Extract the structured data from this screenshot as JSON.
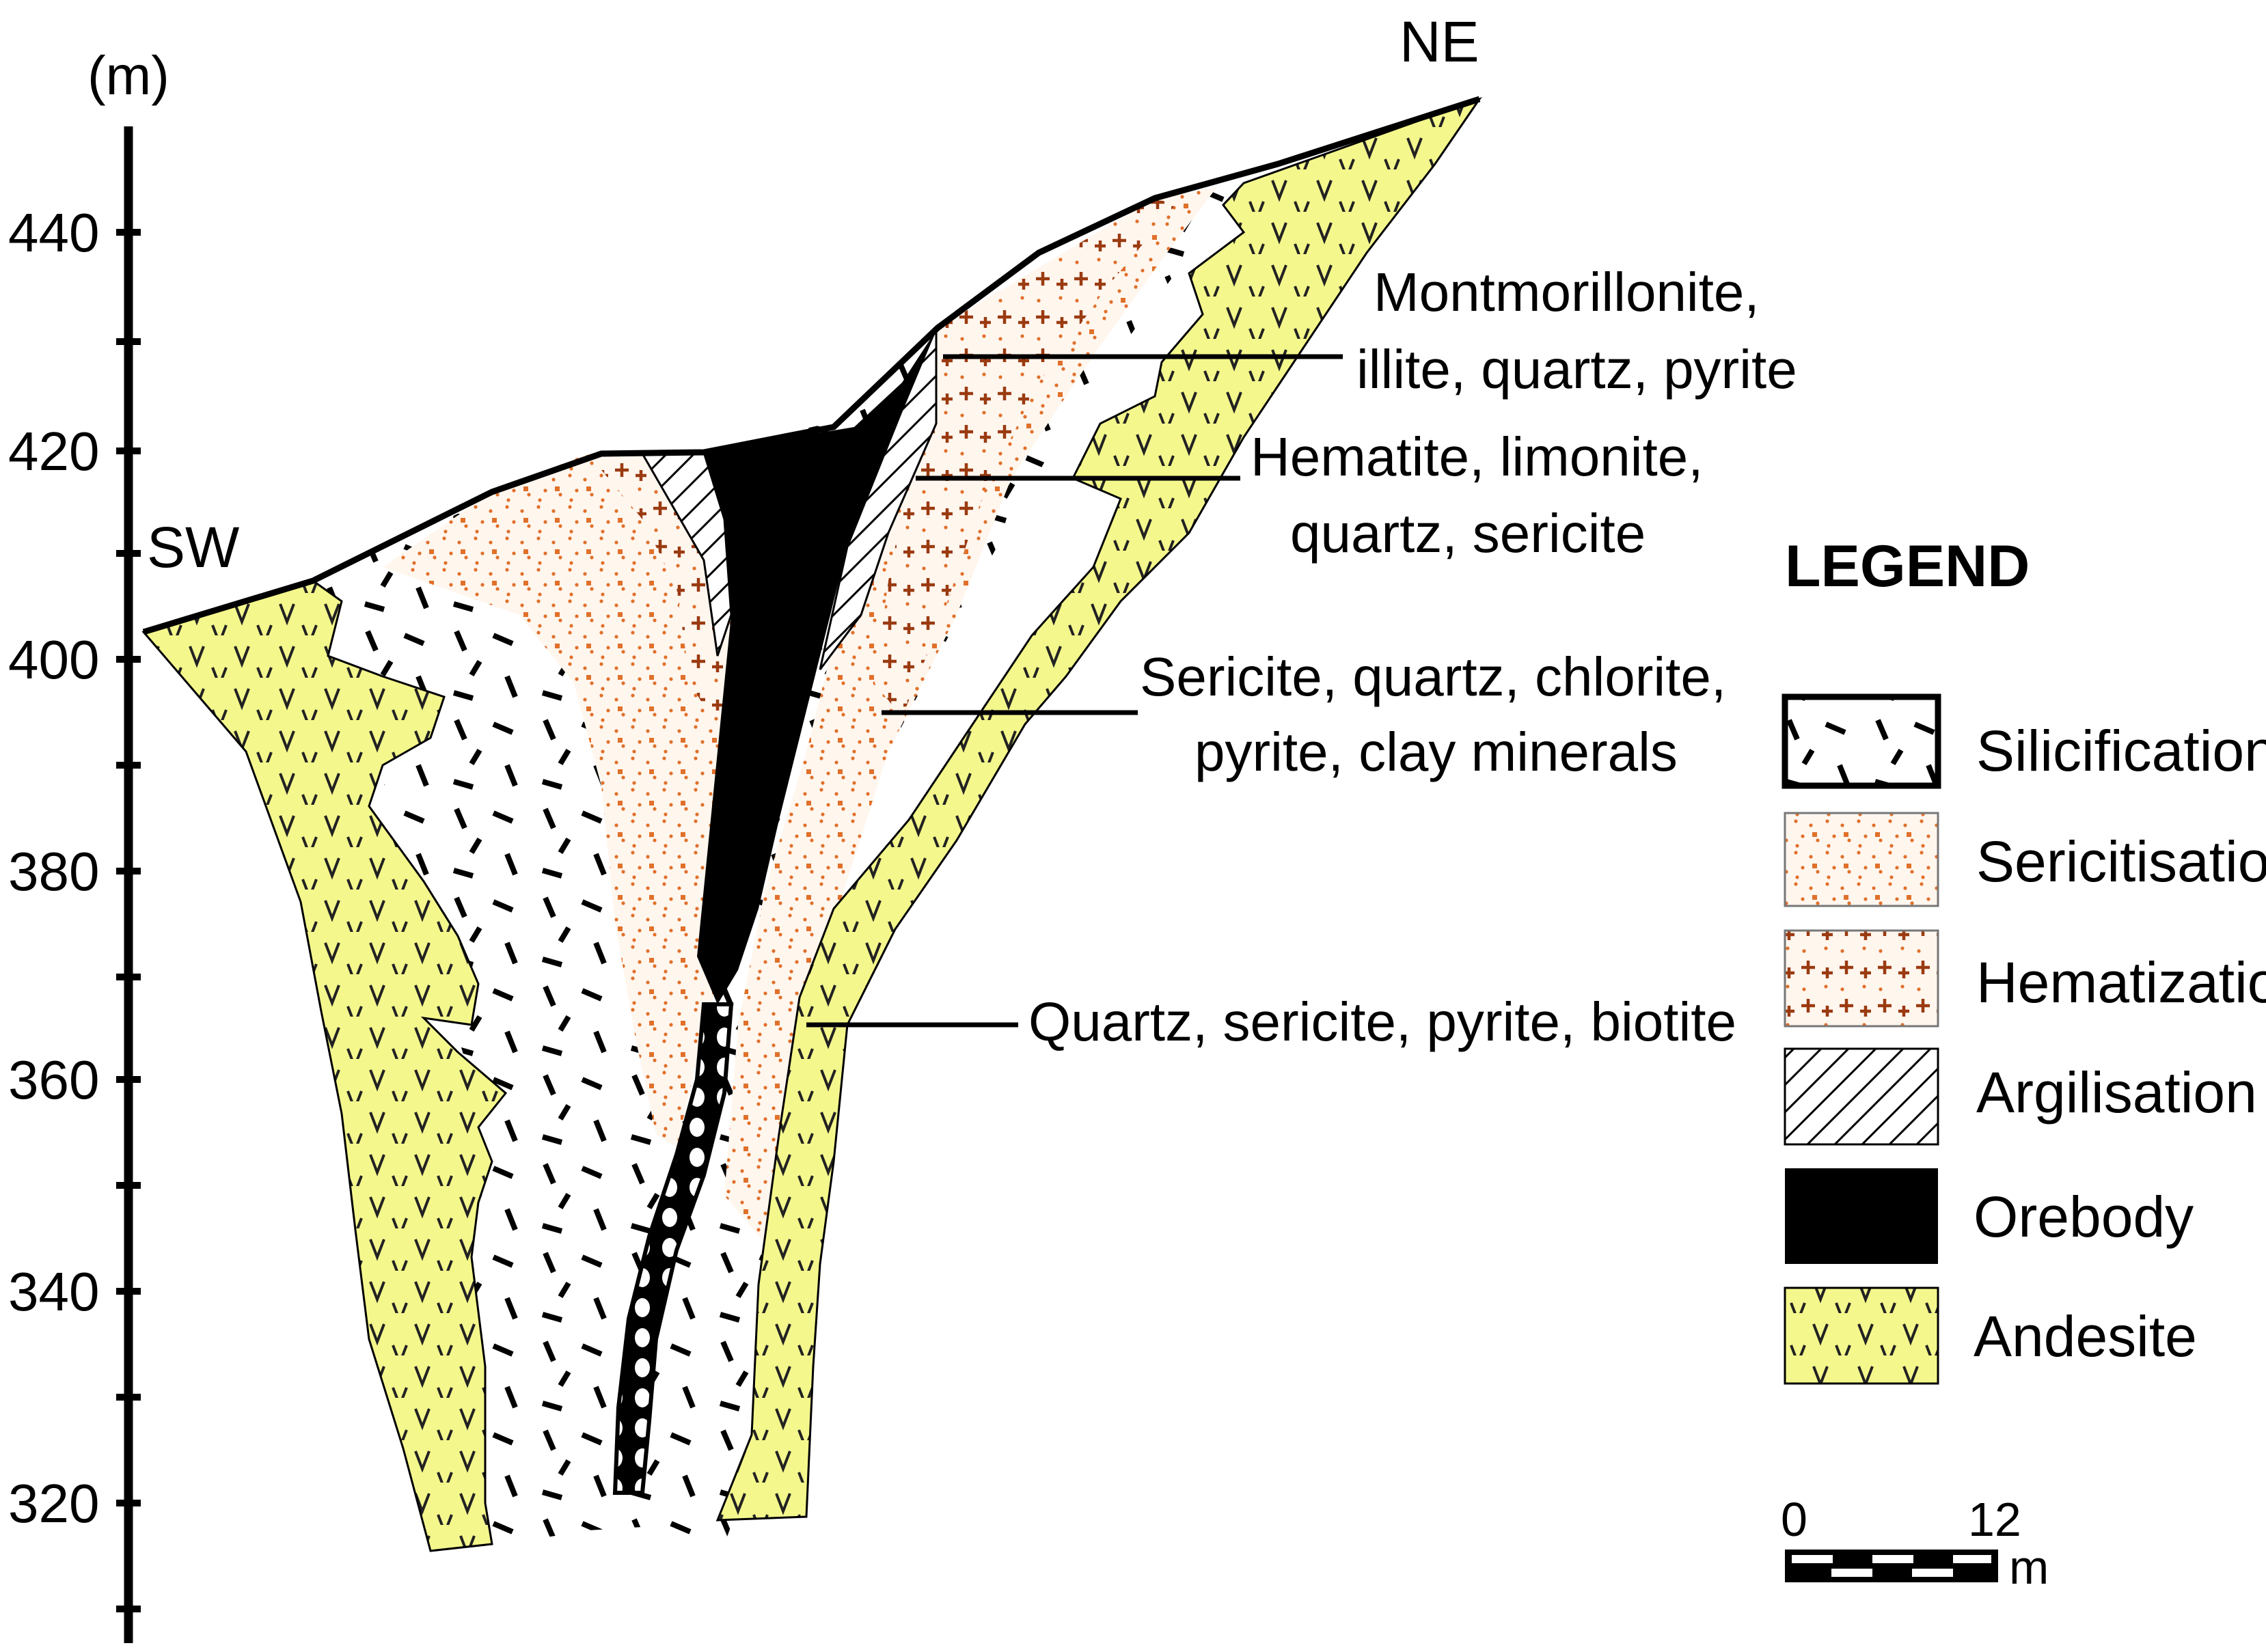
{
  "axis": {
    "unit_label": "(m)",
    "ticks": [
      "440",
      "420",
      "400",
      "380",
      "360",
      "340",
      "320"
    ]
  },
  "directions": {
    "southwest": "SW",
    "northeast": "NE"
  },
  "annotations": [
    {
      "id": "zone-a",
      "lines": [
        "Montmorillonite,",
        "illite, quartz, pyrite"
      ]
    },
    {
      "id": "zone-b",
      "lines": [
        "Hematite, limonite,",
        "quartz, sericite"
      ]
    },
    {
      "id": "zone-c",
      "lines": [
        "Sericite, quartz, chlorite,",
        "pyrite, clay minerals"
      ]
    },
    {
      "id": "zone-d",
      "lines": [
        "Quartz, sericite, pyrite, biotite"
      ]
    }
  ],
  "legend": {
    "title": "LEGEND",
    "items": [
      {
        "label": "Silicification",
        "pattern": "dashes"
      },
      {
        "label": "Sericitisation",
        "pattern": "orange-dots"
      },
      {
        "label": "Hematization",
        "pattern": "brown-crosses"
      },
      {
        "label": "Argilisation",
        "pattern": "diagonal-hatch"
      },
      {
        "label": "Orebody",
        "pattern": "solid-black"
      },
      {
        "label": "Andesite",
        "pattern": "yellow-v"
      }
    ]
  },
  "scale_bar": {
    "start": "0",
    "end": "12",
    "unit": "m"
  },
  "colors": {
    "andesite": "#f4f78c",
    "sericite_dot": "#e0702a",
    "hematite_cross": "#9a3a10",
    "orebody": "#000000"
  }
}
